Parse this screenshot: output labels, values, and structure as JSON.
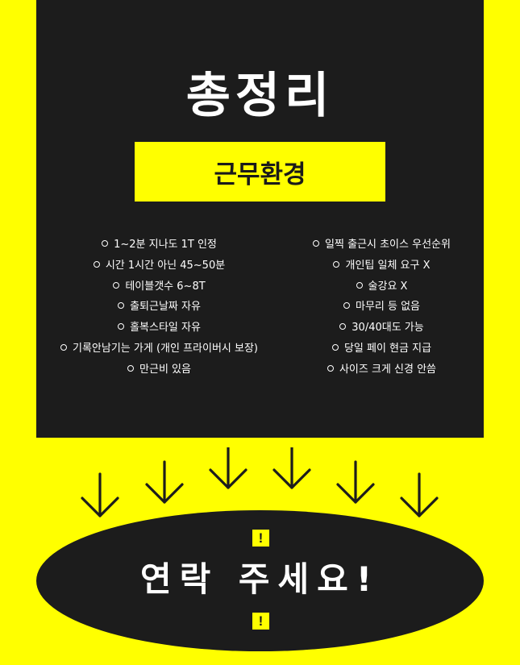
{
  "header": {
    "title": "총정리",
    "section_label": "근무환경"
  },
  "conditions": {
    "left": [
      "1~2분 지나도 1T 인정",
      "시간 1시간 아닌 45~50분",
      "테이블갯수 6~8T",
      "출퇴근날짜 자유",
      "홀복스타일 자유",
      "기록안남기는 가게 (개인 프라이버시 보장)",
      "만근비 있음"
    ],
    "right": [
      "일찍 출근시 초이스 우선순위",
      "개인팁 일체 요구 X",
      "술강요 X",
      "마무리 등 없음",
      "30/40대도 가능",
      "당일 페이 현금 지급",
      "사이즈 크게 신경 안씀"
    ]
  },
  "footer": {
    "warning_icon_text": "!",
    "cta": "연락 주세요!"
  },
  "colors": {
    "background": "#ffff00",
    "panel": "#1c1c1c",
    "text_light": "#ffffff"
  },
  "icons": {
    "bullet": "hollow-circle-icon",
    "arrow": "arrow-down-icon",
    "warning": "exclamation-icon"
  }
}
